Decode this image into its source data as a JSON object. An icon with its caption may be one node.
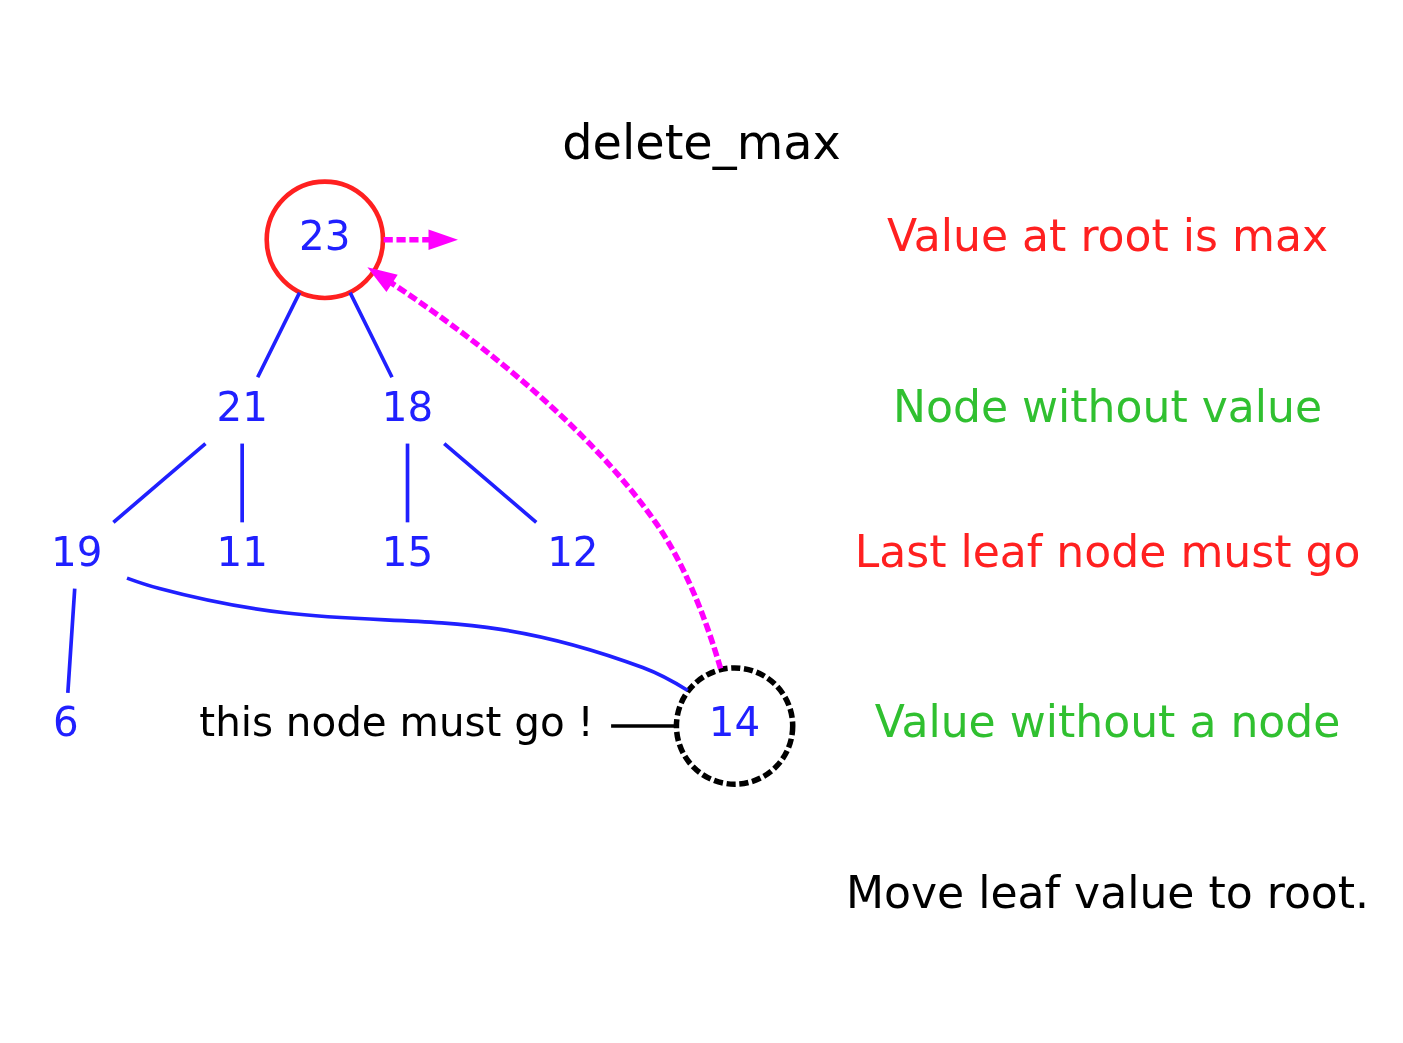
{
  "diagram": {
    "title": "delete_max",
    "nodes": [
      {
        "text": [
          "23"
        ]
      },
      {
        "text": [
          "21"
        ]
      },
      {
        "text": [
          "18"
        ]
      },
      {
        "text": [
          "19"
        ]
      },
      {
        "text": [
          "11"
        ]
      },
      {
        "text": [
          "15"
        ]
      },
      {
        "text": [
          "12"
        ]
      },
      {
        "text": [
          "6"
        ]
      },
      {
        "text": [
          "14"
        ]
      },
      {
        "text": [
          "this node must go !"
        ]
      }
    ],
    "edges": [
      {
        "from": 0,
        "to": 1,
        "arrow": "none"
      },
      {
        "from": 0,
        "to": 2,
        "arrow": "none"
      },
      {
        "from": 1,
        "to": 3,
        "arrow": "none"
      },
      {
        "from": 1,
        "to": 4,
        "arrow": "none"
      },
      {
        "from": 2,
        "to": 5,
        "arrow": "none"
      },
      {
        "from": 2,
        "to": 6,
        "arrow": "none"
      },
      {
        "from": 3,
        "to": 7,
        "arrow": "none"
      },
      {
        "from": 3,
        "to": 8,
        "arrow": "none"
      },
      {
        "from": 9,
        "to": 8,
        "arrow": "none",
        "color": "#000000"
      },
      {
        "from": 8,
        "to": 0,
        "arrow": "to",
        "style": "dashed",
        "color": "#ff00ff"
      },
      {
        "from": 0,
        "to": null,
        "arrow": "to",
        "style": "dashed",
        "color": "#ff00ff"
      }
    ],
    "labels": [
      "Value at root is max",
      "Node without value",
      "Last leaf node must go",
      "Value without a node",
      "Move leaf value to root."
    ]
  }
}
